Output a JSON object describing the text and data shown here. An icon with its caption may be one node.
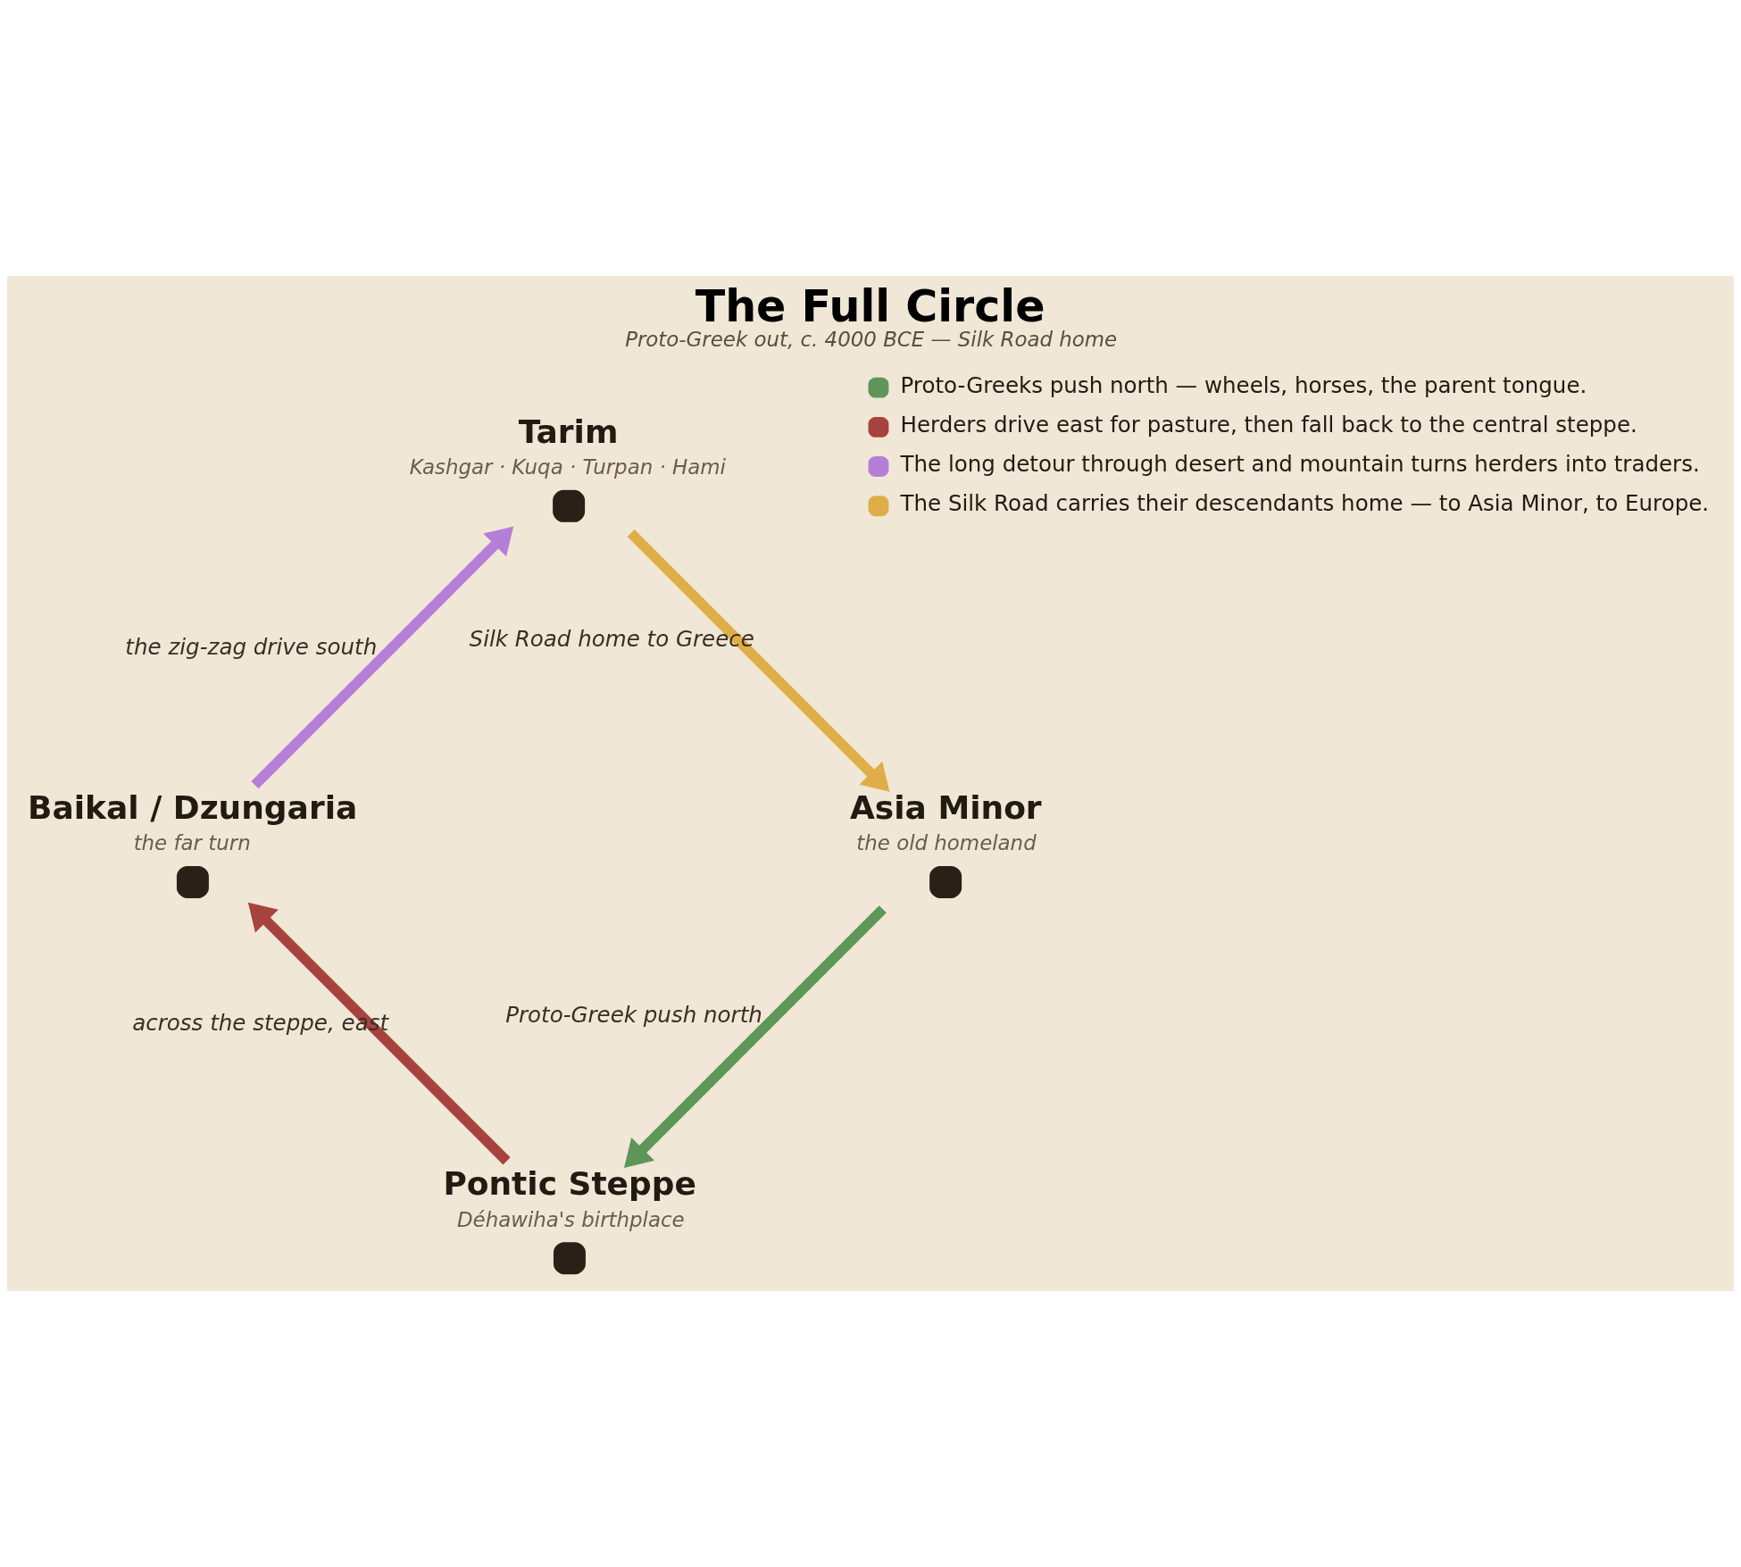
{
  "diagram": {
    "title": "The Full Circle",
    "caption": "Proto-Greek out, c. 4000 BCE — Silk Road home",
    "nodes": [
      {
        "text": [
          "Pontic Steppe",
          "Déhawiha's birthplace"
        ]
      },
      {
        "text": [
          "Baikal / Dzungaria",
          "the far turn"
        ]
      },
      {
        "text": [
          "Tarim",
          "Kashgar · Kuqa · Turpan · Hami"
        ]
      },
      {
        "text": [
          "Asia Minor",
          "the old homeland"
        ]
      }
    ],
    "edges": [
      {
        "from": 3,
        "to": 0,
        "arrow": "to",
        "label": "Proto-Greek push north",
        "color": "#5f9558"
      },
      {
        "from": 0,
        "to": 1,
        "arrow": "to",
        "label": "across the steppe, east",
        "color": "#a8423f"
      },
      {
        "from": 1,
        "to": 2,
        "arrow": "to",
        "label": "the zig-zag drive south",
        "color": "#b47fd8"
      },
      {
        "from": 2,
        "to": 3,
        "arrow": "to",
        "label": "Silk Road home to Greece",
        "color": "#dfae48"
      }
    ],
    "legend": [
      {
        "text": "Proto-Greeks push north — wheels, horses, the parent tongue.",
        "color": "#5f9558"
      },
      {
        "text": "Herders drive east for pasture, then fall back to the central steppe.",
        "color": "#a8423f"
      },
      {
        "text": "The long detour through desert and mountain turns herders into traders.",
        "color": "#b47fd8"
      },
      {
        "text": "The Silk Road carries their descendants home — to Asia Minor, to Europe.",
        "color": "#dfae48"
      }
    ]
  }
}
